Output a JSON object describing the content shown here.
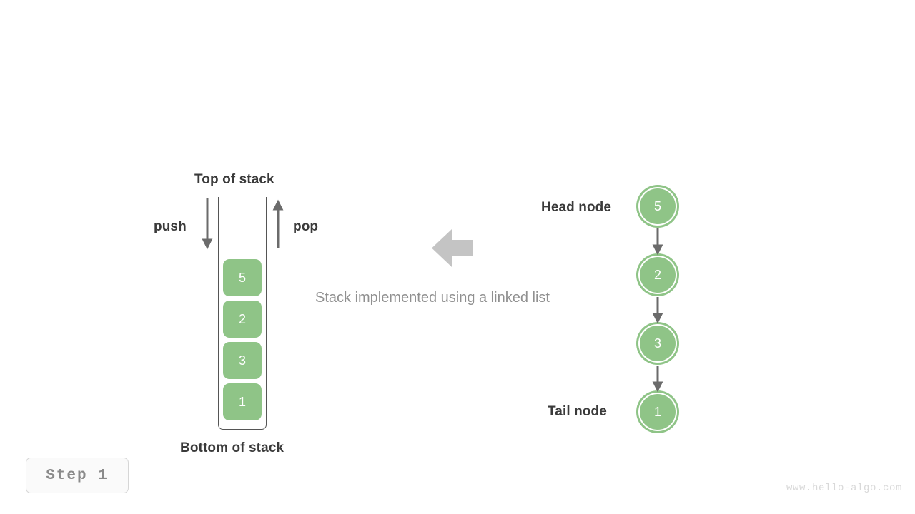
{
  "diagram": {
    "caption": "Stack implemented using a linked list",
    "step_badge": "Step  1",
    "watermark": "www.hello-algo.com",
    "accent_green": "#8fc487",
    "arrow_gray": "#6b6b6b",
    "block_arrow_gray": "#c4c4c4",
    "label_color": "#3a3a3a",
    "muted_color": "#909090"
  },
  "stack": {
    "top_label": "Top of stack",
    "bottom_label": "Bottom of stack",
    "push_label": "push",
    "pop_label": "pop",
    "cells": [
      {
        "value": "5"
      },
      {
        "value": "2"
      },
      {
        "value": "3"
      },
      {
        "value": "1"
      }
    ]
  },
  "linked_list": {
    "head_label": "Head node",
    "tail_label": "Tail node",
    "nodes": [
      {
        "value": "5"
      },
      {
        "value": "2"
      },
      {
        "value": "3"
      },
      {
        "value": "1"
      }
    ]
  }
}
